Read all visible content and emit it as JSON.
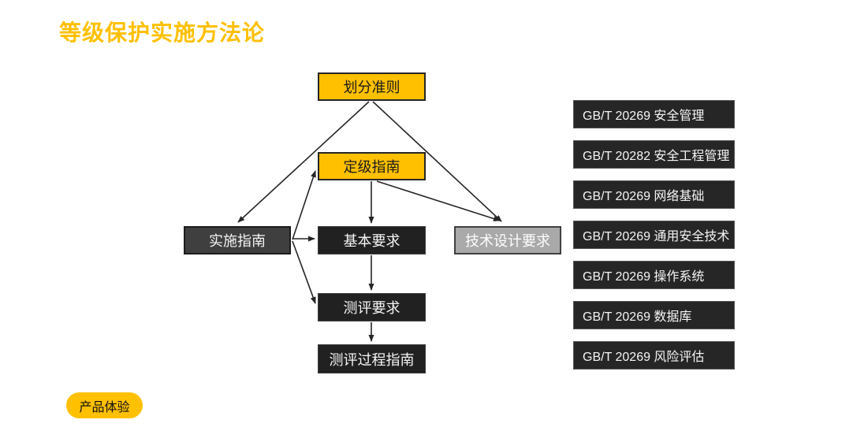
{
  "title": {
    "text": "等级保护实施方法论",
    "color": "#FFC000"
  },
  "diagram": {
    "nodes": [
      {
        "id": "classification-criteria",
        "label": "划分准则",
        "style": "yellow"
      },
      {
        "id": "grading-guide",
        "label": "定级指南",
        "style": "yellow"
      },
      {
        "id": "implementation-guide",
        "label": "实施指南",
        "style": "darkgray"
      },
      {
        "id": "basic-requirements",
        "label": "基本要求",
        "style": "black"
      },
      {
        "id": "technical-design-requirements",
        "label": "技术设计要求",
        "style": "lightgray"
      },
      {
        "id": "evaluation-requirements",
        "label": "测评要求",
        "style": "black"
      },
      {
        "id": "evaluation-process-guide",
        "label": "测评过程指南",
        "style": "black"
      }
    ],
    "edges": [
      {
        "from": "划分准则",
        "to": "实施指南"
      },
      {
        "from": "划分准则",
        "to": "技术设计要求"
      },
      {
        "from": "实施指南",
        "to": "定级指南"
      },
      {
        "from": "实施指南",
        "to": "基本要求"
      },
      {
        "from": "实施指南",
        "to": "测评要求"
      },
      {
        "from": "定级指南",
        "to": "基本要求"
      },
      {
        "from": "定级指南",
        "to": "技术设计要求"
      },
      {
        "from": "基本要求",
        "to": "测评要求"
      },
      {
        "from": "测评要求",
        "to": "测评过程指南"
      }
    ]
  },
  "standards": {
    "items": [
      "GB/T 20269 安全管理",
      "GB/T 20282 安全工程管理",
      "GB/T 20269 网络基础",
      "GB/T 20269 通用安全技术",
      "GB/T 20269 操作系统",
      "GB/T 20269 数据库",
      "GB/T 20269 风险评估"
    ]
  },
  "cta": {
    "label": "产品体验"
  },
  "colors": {
    "accent": "#FFC000",
    "dark_box": "#262626",
    "mid_gray_box": "#3f3f3f",
    "light_gray_box": "#a9a9a9",
    "arrow": "#262626",
    "background": "#ffffff"
  }
}
